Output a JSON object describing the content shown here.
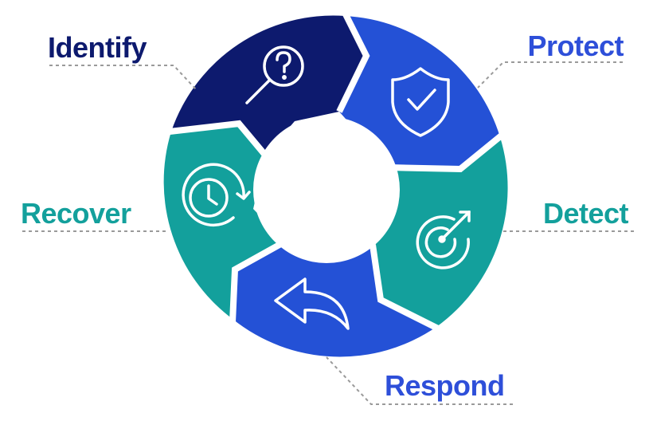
{
  "stages": [
    {
      "label": "Identify",
      "icon": "magnifier-question-icon",
      "color": "#0d1a6e",
      "text_color": "#0d1a6e"
    },
    {
      "label": "Protect",
      "icon": "shield-check-icon",
      "color": "#2451d6",
      "text_color": "#2e4fd9"
    },
    {
      "label": "Detect",
      "icon": "target-radar-icon",
      "color": "#13a09c",
      "text_color": "#13a09c"
    },
    {
      "label": "Respond",
      "icon": "reply-arrow-icon",
      "color": "#2451d6",
      "text_color": "#2e4fd9"
    },
    {
      "label": "Recover",
      "icon": "clock-recovery-icon",
      "color": "#13a09c",
      "text_color": "#13a09c"
    }
  ]
}
